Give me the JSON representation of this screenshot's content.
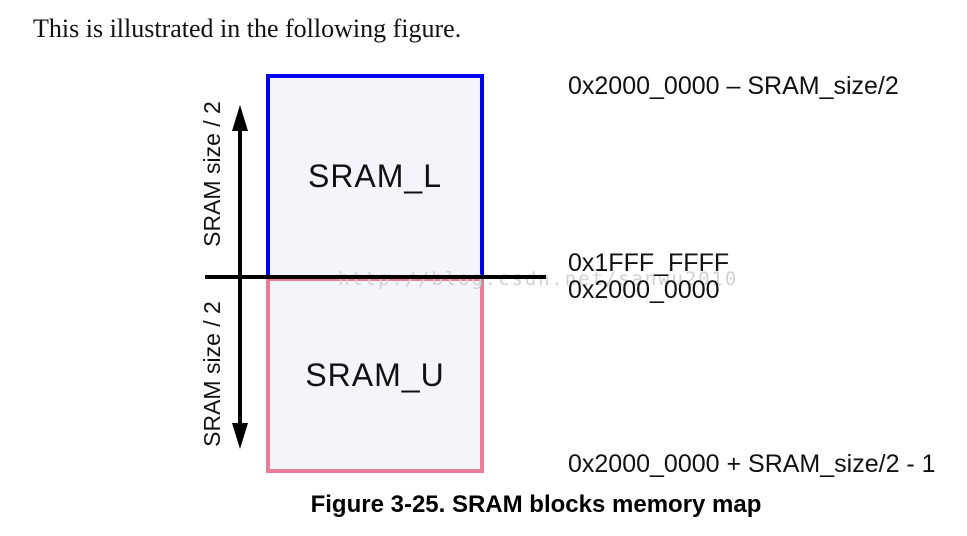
{
  "page": {
    "intro_text": "This is illustrated in the following figure.",
    "caption": "Figure 3-25. SRAM blocks memory map",
    "watermark": "http://blog.csdn.net/sanwu2010",
    "background_color": "#ffffff"
  },
  "diagram": {
    "upper_block": {
      "label": "SRAM_L",
      "border_color": "#0000ee",
      "fill_color": "#f4f4fb"
    },
    "lower_block": {
      "label": "SRAM_U",
      "border_color": "#e87e95",
      "fill_color": "#f4f4fb"
    },
    "upper_size_label": "SRAM size / 2",
    "lower_size_label": "SRAM size / 2",
    "address_labels": {
      "top": "0x2000_0000 – SRAM_size/2",
      "boundary_upper": "0x1FFF_FFFF",
      "boundary_lower": "0x2000_0000",
      "bottom": "0x2000_0000 + SRAM_size/2 - 1"
    },
    "axis_color": "#000000"
  }
}
